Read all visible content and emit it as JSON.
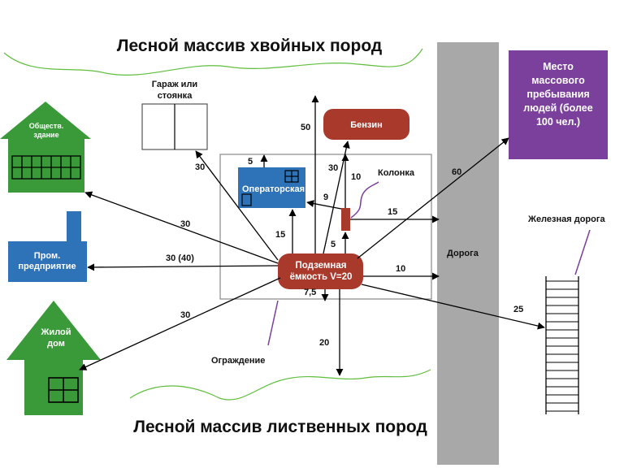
{
  "titles": {
    "top": "Лесной массив хвойных пород",
    "bottom": "Лесной массив лиственных пород"
  },
  "nodes": {
    "garage": "Гараж или стоянка",
    "public_building": "Обществ. здание",
    "industrial": "Пром. предприятие",
    "residential": "Жилой дом",
    "operator_room": "Операторская",
    "gasoline": "Бензин",
    "pump_label": "Колонка",
    "tank": "Подземная ёмкость V=20",
    "road": "Дорога",
    "railway": "Железная дорога",
    "mass_gathering": "Место массового пребывания людей (более 100 чел.)",
    "fence": "Ограждение"
  },
  "distances": {
    "garage": "30",
    "public_building": "30",
    "industrial": "30 (40)",
    "residential": "30",
    "up_arrow": "50",
    "gasoline": "30",
    "operator_room": "15",
    "operator_top": "5",
    "operator_pump": "9",
    "pump_up": "10",
    "pump_tank": "5",
    "pump_road": "15",
    "tank_road": "10",
    "mass_gathering": "60",
    "railway": "25",
    "down_short": "7,5",
    "down_long": "20"
  },
  "colors": {
    "blue": "#2e72b8",
    "green": "#3a9a3a",
    "red": "#a9392b",
    "purple": "#7b3f9c",
    "road": "#a8a8a8",
    "forest_line": "#5fbe3c"
  }
}
